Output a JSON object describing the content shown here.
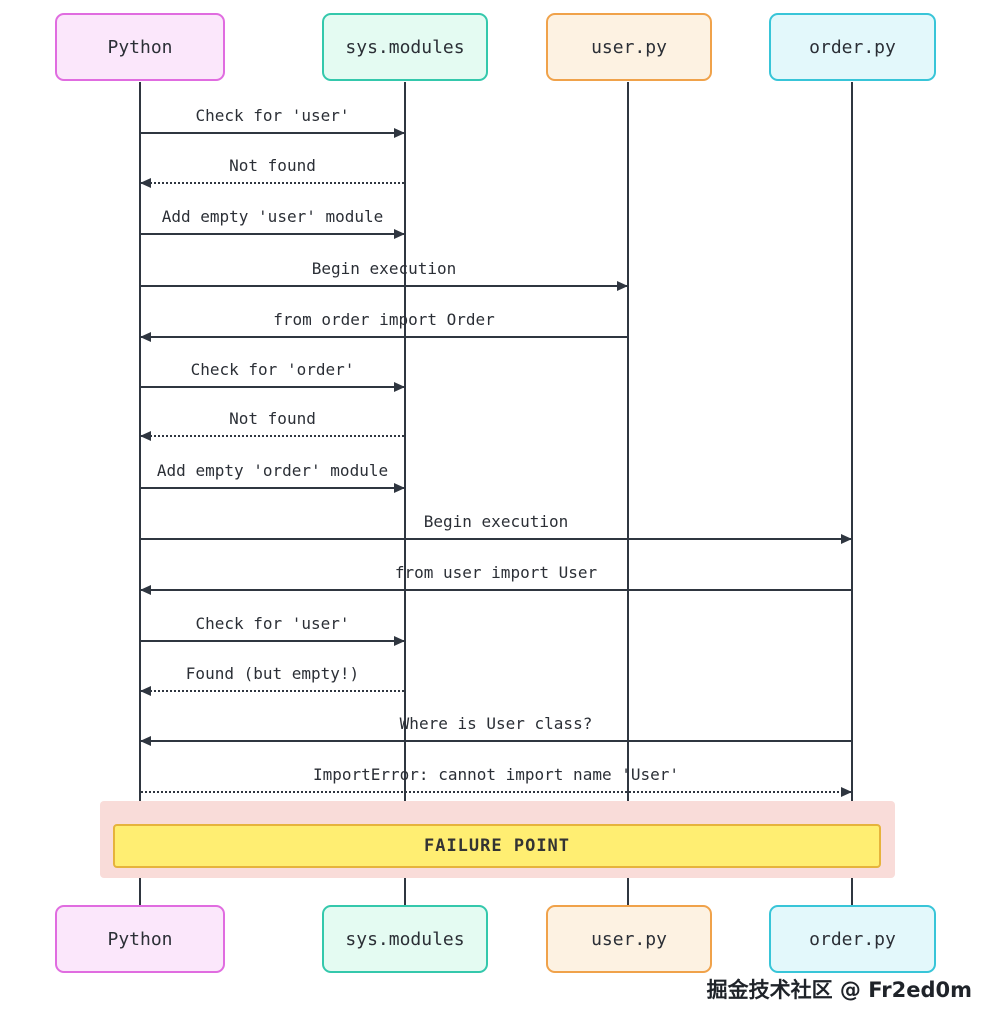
{
  "diagram": {
    "type": "sequence",
    "participants": [
      {
        "name": "Python",
        "fill": "#fbe7fb",
        "border": "#e06ce0"
      },
      {
        "name": "sys.modules",
        "fill": "#e4fbf2",
        "border": "#34c8ac"
      },
      {
        "name": "user.py",
        "fill": "#fdf2e2",
        "border": "#f0a24a"
      },
      {
        "name": "order.py",
        "fill": "#e3f8fb",
        "border": "#38c5d8"
      }
    ],
    "messages": [
      {
        "text": "Check for 'user'",
        "from": "Python",
        "to": "sys.modules",
        "style": "solid"
      },
      {
        "text": "Not found",
        "from": "sys.modules",
        "to": "Python",
        "style": "dotted"
      },
      {
        "text": "Add empty 'user' module",
        "from": "Python",
        "to": "sys.modules",
        "style": "solid"
      },
      {
        "text": "Begin execution",
        "from": "Python",
        "to": "user.py",
        "style": "solid"
      },
      {
        "text": "from order import Order",
        "from": "user.py",
        "to": "Python",
        "style": "solid"
      },
      {
        "text": "Check for 'order'",
        "from": "Python",
        "to": "sys.modules",
        "style": "solid"
      },
      {
        "text": "Not found",
        "from": "sys.modules",
        "to": "Python",
        "style": "dotted"
      },
      {
        "text": "Add empty 'order' module",
        "from": "Python",
        "to": "sys.modules",
        "style": "solid"
      },
      {
        "text": "Begin execution",
        "from": "Python",
        "to": "order.py",
        "style": "solid"
      },
      {
        "text": "from user import User",
        "from": "order.py",
        "to": "Python",
        "style": "solid"
      },
      {
        "text": "Check for 'user'",
        "from": "Python",
        "to": "sys.modules",
        "style": "solid"
      },
      {
        "text": "Found (but empty!)",
        "from": "sys.modules",
        "to": "Python",
        "style": "dotted"
      },
      {
        "text": "Where is User class?",
        "from": "order.py",
        "to": "Python",
        "style": "solid"
      },
      {
        "text": "ImportError: cannot import name 'User'",
        "from": "Python",
        "to": "order.py",
        "style": "dotted"
      }
    ],
    "failure_label": "FAILURE POINT",
    "colors": {
      "line": "#2f3640",
      "failure_fill": "#ffee72",
      "failure_border": "#e6b33c",
      "failure_glow": "#f9dcd9"
    }
  },
  "watermark": "掘金技术社区 @ Fr2ed0m"
}
